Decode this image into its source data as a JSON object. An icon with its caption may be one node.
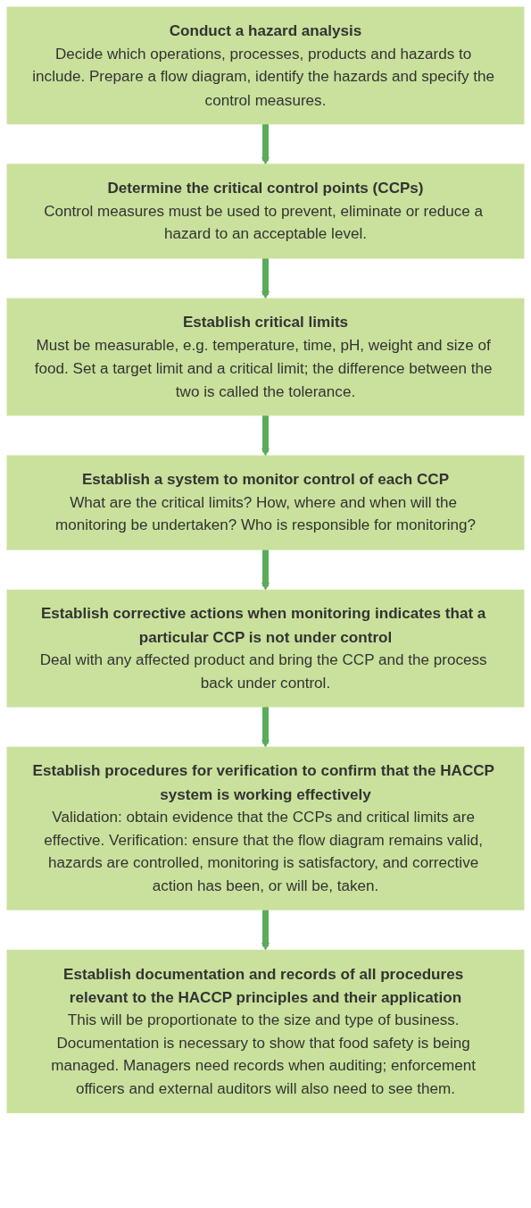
{
  "diagram": {
    "nodes": [
      {
        "text": [
          "Conduct a hazard analysis",
          "Decide which operations, processes, products and hazards to include. Prepare a flow diagram, identify the hazards and specify the control measures."
        ]
      },
      {
        "text": [
          "Determine the critical control points (CCPs)",
          "Control measures must be used to prevent, eliminate or reduce a hazard to an acceptable level."
        ]
      },
      {
        "text": [
          "Establish critical limits",
          "Must be measurable, e.g. temperature, time, pH, weight and size of food. Set a target limit and a critical limit; the difference between the two is called the tolerance."
        ]
      },
      {
        "text": [
          "Establish a system to monitor control of each CCP",
          "What are the critical limits? How, where and when will the monitoring be undertaken? Who is responsible for monitoring?"
        ]
      },
      {
        "text": [
          "Establish corrective actions when monitoring indicates that a particular CCP is not under control",
          "Deal with any affected product and bring the CCP and the process back under control."
        ]
      },
      {
        "text": [
          "Establish procedures for verification to confirm that the HACCP system is working effectively",
          "Validation: obtain evidence that the CCPs and critical limits are effective. Verification: ensure that the flow diagram remains valid, hazards are controlled, monitoring is satisfactory, and corrective action has been, or will be, taken."
        ]
      },
      {
        "text": [
          "Establish documentation and records of all procedures relevant to the HACCP principles and their application",
          "This will be proportionate to the size and type of business. Documentation is necessary to show that food safety is being managed. Managers need records when auditing; enforcement officers and external auditors will also need to see them."
        ]
      }
    ],
    "edges": [
      {
        "from": 0,
        "to": 1,
        "arrow": "to"
      },
      {
        "from": 1,
        "to": 2,
        "arrow": "to"
      },
      {
        "from": 2,
        "to": 3,
        "arrow": "to"
      },
      {
        "from": 3,
        "to": 4,
        "arrow": "to"
      },
      {
        "from": 4,
        "to": 5,
        "arrow": "to"
      },
      {
        "from": 5,
        "to": 6,
        "arrow": "to"
      }
    ]
  }
}
